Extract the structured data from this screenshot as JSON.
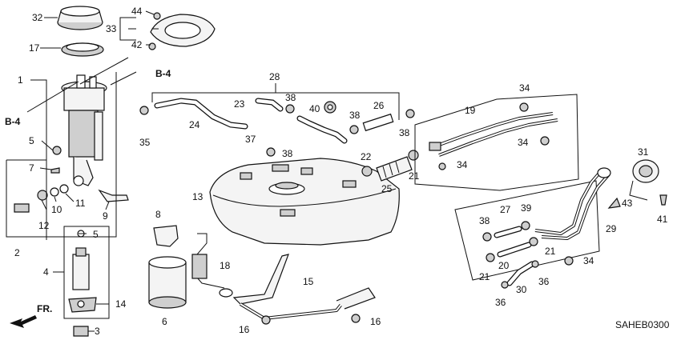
{
  "diagram": {
    "code": "SAHEB0300",
    "front_label": "FR.",
    "ref_labels": [
      "B-4",
      "B-4"
    ],
    "callouts": [
      "32",
      "44",
      "33",
      "42",
      "17",
      "1",
      "2",
      "4",
      "5",
      "5",
      "7",
      "6",
      "8",
      "9",
      "10",
      "11",
      "12",
      "13",
      "14",
      "15",
      "16",
      "16",
      "3",
      "18",
      "19",
      "20",
      "21",
      "21",
      "21",
      "22",
      "23",
      "24",
      "25",
      "26",
      "27",
      "28",
      "29",
      "30",
      "31",
      "34",
      "34",
      "34",
      "34",
      "35",
      "36",
      "36",
      "37",
      "38",
      "38",
      "38",
      "38",
      "38",
      "39",
      "40",
      "41",
      "43"
    ]
  }
}
